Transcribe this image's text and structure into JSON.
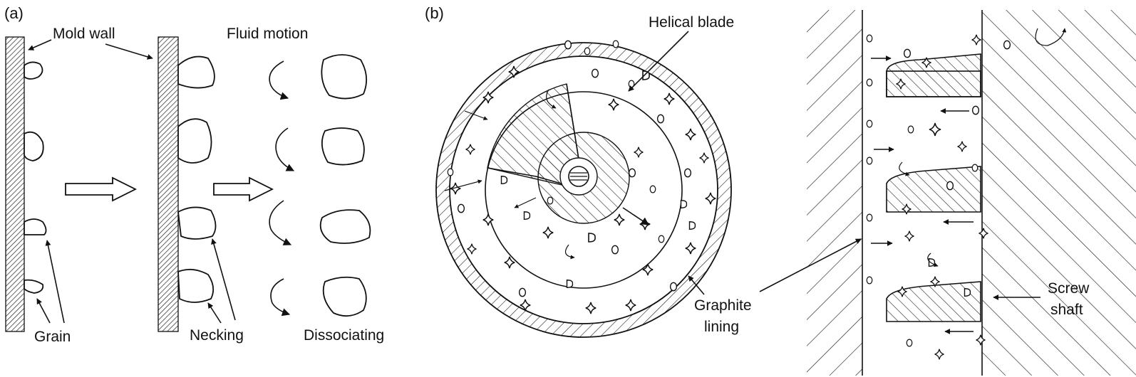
{
  "panel_a": {
    "label": "(a)",
    "mold_wall": "Mold wall",
    "fluid_motion": "Fluid motion",
    "grain": "Grain",
    "necking": "Necking",
    "dissociating": "Dissociating"
  },
  "panel_b": {
    "label": "(b)",
    "helical_blade": "Helical blade",
    "graphite_lining_line1": "Graphite",
    "graphite_lining_line2": "lining",
    "screw_shaft_line1": "Screw",
    "screw_shaft_line2": "shaft"
  }
}
